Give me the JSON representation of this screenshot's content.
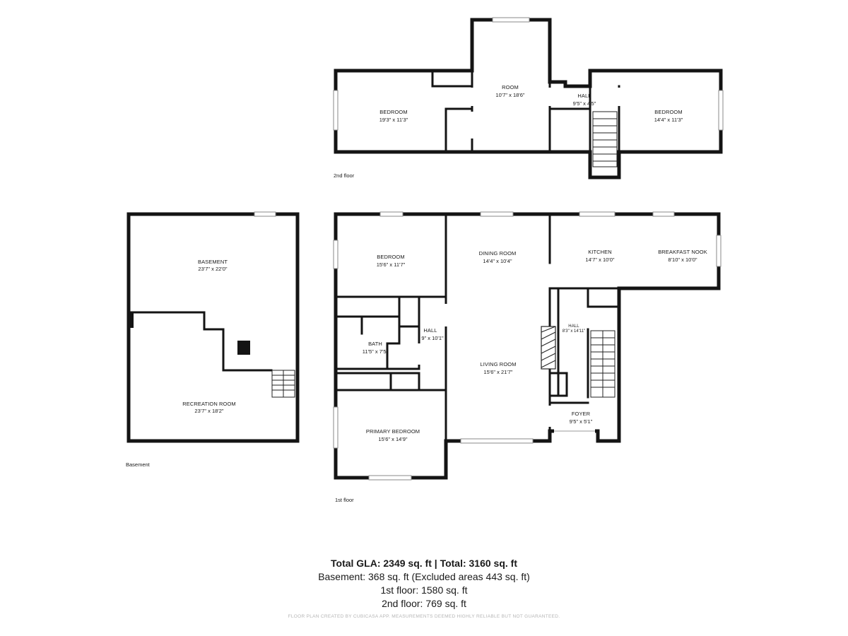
{
  "floors": {
    "second": {
      "label": "2nd floor",
      "rooms": [
        {
          "name": "BEDROOM",
          "dim": "19'3\" x 11'3\""
        },
        {
          "name": "ROOM",
          "dim": "10'7\" x 18'6\""
        },
        {
          "name": "HALL",
          "dim": "9'5\" x 4'5\""
        },
        {
          "name": "BEDROOM",
          "dim": "14'4\" x 11'3\""
        }
      ]
    },
    "basement": {
      "label": "Basement",
      "rooms": [
        {
          "name": "BASEMENT",
          "dim": "23'7\" x 22'0\""
        },
        {
          "name": "RECREATION ROOM",
          "dim": "23'7\" x 18'2\""
        }
      ]
    },
    "first": {
      "label": "1st floor",
      "rooms": [
        {
          "name": "BEDROOM",
          "dim": "15'6\" x 11'7\""
        },
        {
          "name": "DINING ROOM",
          "dim": "14'4\" x 10'4\""
        },
        {
          "name": "KITCHEN",
          "dim": "14'7\" x 10'0\""
        },
        {
          "name": "BREAKFAST NOOK",
          "dim": "8'10\" x 10'0\""
        },
        {
          "name": "HALL",
          "dim": "9\" x 10'1\""
        },
        {
          "name": "BATH",
          "dim": "11'5\" x 7'5\""
        },
        {
          "name": "HALL",
          "dim": "8'3\" x 14'11\""
        },
        {
          "name": "LIVING ROOM",
          "dim": "15'6\" x 21'7\""
        },
        {
          "name": "FOYER",
          "dim": "9'5\" x 5'1\""
        },
        {
          "name": "PRIMARY BEDROOM",
          "dim": "15'6\" x 14'9\""
        }
      ]
    }
  },
  "summary": {
    "total": "Total GLA: 2349 sq. ft | Total: 3160 sq. ft",
    "basement": "Basement: 368 sq. ft (Excluded areas 443 sq. ft)",
    "first": "1st floor: 1580 sq. ft",
    "second": "2nd floor: 769 sq. ft"
  },
  "footer": "FLOOR PLAN CREATED BY CUBICASA APP. MEASUREMENTS DEEMED HIGHLY RELIABLE BUT NOT GUARANTEED."
}
